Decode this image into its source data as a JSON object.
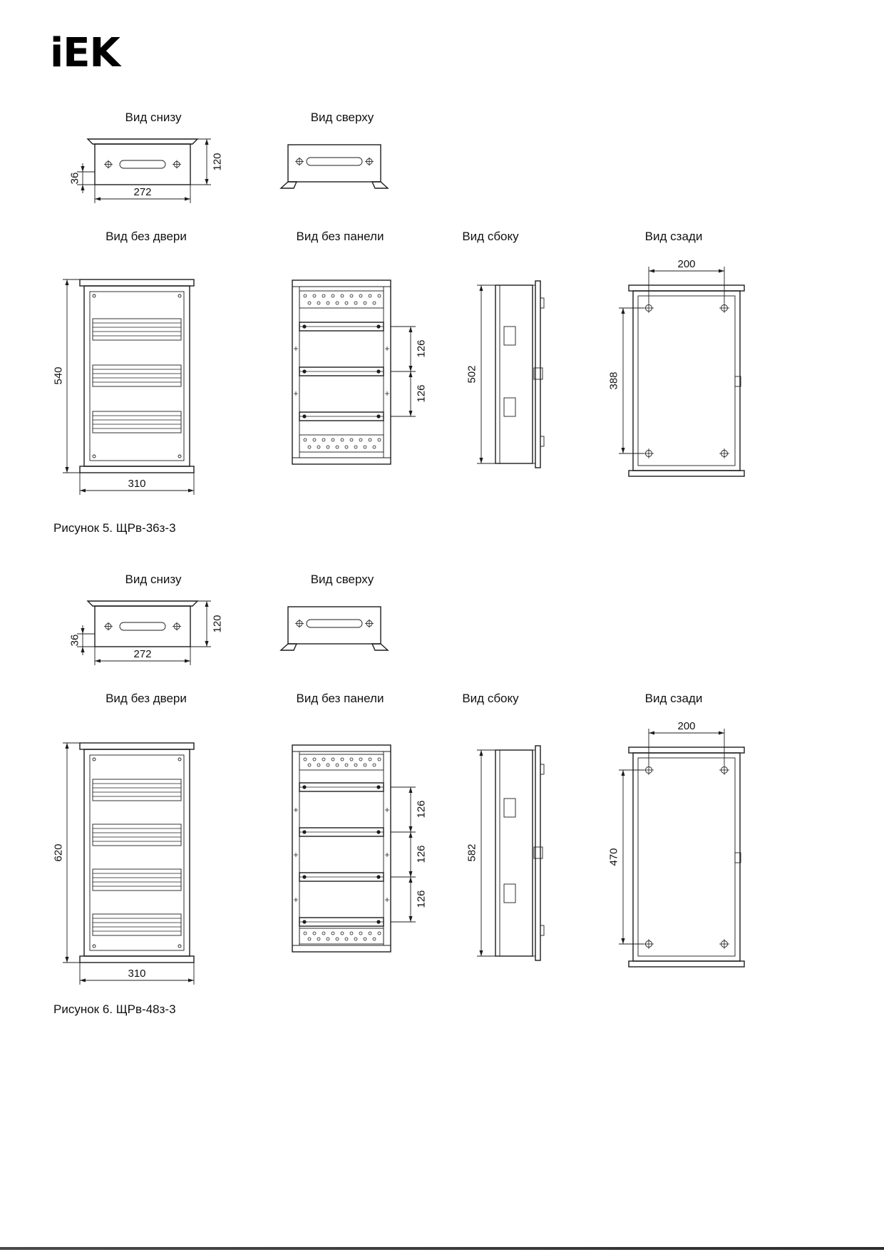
{
  "logo": {
    "text": "iEK"
  },
  "figures": [
    {
      "caption": "Рисунок 5. ЩРв-36з-3",
      "views": {
        "bottom": {
          "title": "Вид снизу",
          "dim_depth_inner": "36",
          "dim_width": "272",
          "dim_depth": "120"
        },
        "top": {
          "title": "Вид сверху"
        },
        "front": {
          "title": "Вид без двери",
          "dim_height": "540",
          "dim_width": "310"
        },
        "panel": {
          "title": "Вид без панели",
          "dim_rail_1": "126",
          "dim_rail_2": "126"
        },
        "side": {
          "title": "Вид сбоку",
          "dim_height": "502"
        },
        "rear": {
          "title": "Вид сзади",
          "dim_width": "200",
          "dim_height": "388"
        }
      }
    },
    {
      "caption": "Рисунок 6. ЩРв-48з-3",
      "views": {
        "bottom": {
          "title": "Вид снизу",
          "dim_depth_inner": "36",
          "dim_width": "272",
          "dim_depth": "120"
        },
        "top": {
          "title": "Вид сверху"
        },
        "front": {
          "title": "Вид без двери",
          "dim_height": "620",
          "dim_width": "310"
        },
        "panel": {
          "title": "Вид без панели",
          "dim_rail_1": "126",
          "dim_rail_2": "126",
          "dim_rail_3": "126"
        },
        "side": {
          "title": "Вид сбоку",
          "dim_height": "582"
        },
        "rear": {
          "title": "Вид сзади",
          "dim_width": "200",
          "dim_height": "470"
        }
      }
    }
  ],
  "colors": {
    "ink": "#1c1c1c",
    "background": "#ffffff"
  }
}
